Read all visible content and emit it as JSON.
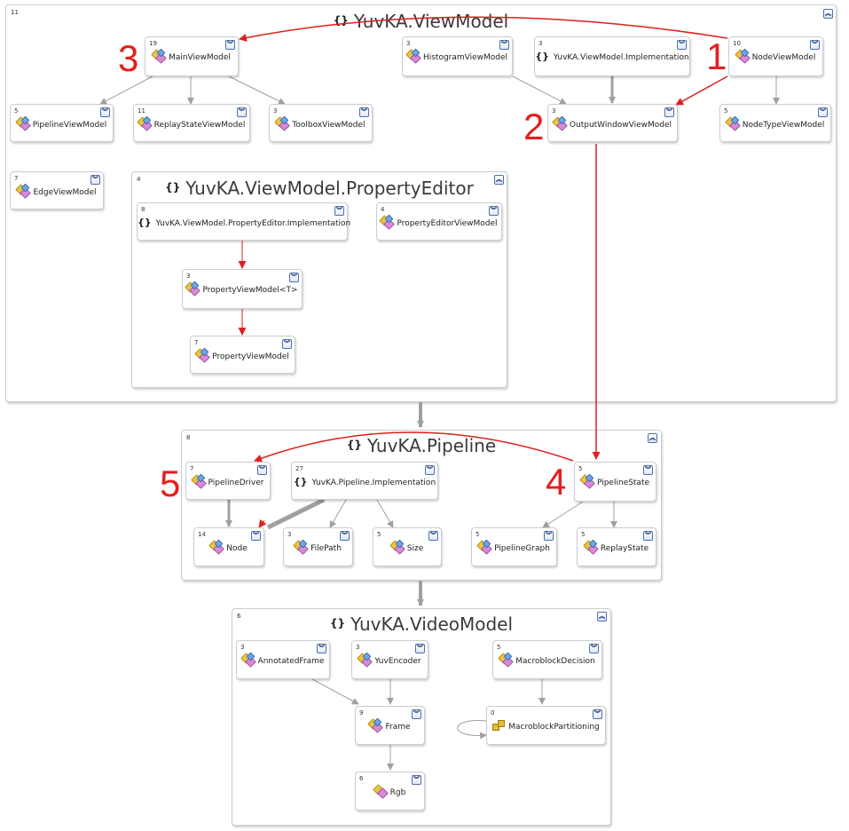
{
  "colors": {
    "dependency_edge": "#a0a0a0",
    "highlight_edge": "#e01e1e",
    "annotation": "#e41f1f"
  },
  "groups": {
    "viewmodel": {
      "count": "11",
      "title": "YuvKA.ViewModel"
    },
    "propertyeditor": {
      "count": "4",
      "title": "YuvKA.ViewModel.PropertyEditor"
    },
    "pipeline": {
      "count": "8",
      "title": "YuvKA.Pipeline"
    },
    "videomodel": {
      "count": "6",
      "title": "YuvKA.VideoModel"
    }
  },
  "nodes": {
    "mainviewmodel": {
      "count": "19",
      "label": "MainViewModel"
    },
    "histogramviewmodel": {
      "count": "3",
      "label": "HistogramViewModel"
    },
    "viewmodel_impl": {
      "count": "3",
      "label": "YuvKA.ViewModel.Implementation"
    },
    "nodeviewmodel": {
      "count": "10",
      "label": "NodeViewModel"
    },
    "pipelineviewmodel": {
      "count": "5",
      "label": "PipelineViewModel"
    },
    "replaystateviewmodel": {
      "count": "11",
      "label": "ReplayStateViewModel"
    },
    "toolboxviewmodel": {
      "count": "3",
      "label": "ToolboxViewModel"
    },
    "outputwindowviewmodel": {
      "count": "3",
      "label": "OutputWindowViewModel"
    },
    "nodetypeviewmodel": {
      "count": "5",
      "label": "NodeTypeViewModel"
    },
    "edgeviewmodel": {
      "count": "7",
      "label": "EdgeViewModel"
    },
    "propertyeditor_impl": {
      "count": "8",
      "label": "YuvKA.ViewModel.PropertyEditor.Implementation"
    },
    "propertyeditorviewmodel": {
      "count": "4",
      "label": "PropertyEditorViewModel"
    },
    "propertyviewmodel_t": {
      "count": "3",
      "label": "PropertyViewModel<T>"
    },
    "propertyviewmodel": {
      "count": "7",
      "label": "PropertyViewModel"
    },
    "pipelinedriver": {
      "count": "7",
      "label": "PipelineDriver"
    },
    "pipeline_impl": {
      "count": "27",
      "label": "YuvKA.Pipeline.Implementation"
    },
    "pipelinestate": {
      "count": "5",
      "label": "PipelineState"
    },
    "node": {
      "count": "14",
      "label": "Node"
    },
    "filepath": {
      "count": "3",
      "label": "FilePath"
    },
    "size": {
      "count": "5",
      "label": "Size"
    },
    "pipelinegraph": {
      "count": "5",
      "label": "PipelineGraph"
    },
    "replaystate": {
      "count": "5",
      "label": "ReplayState"
    },
    "annotatedframe": {
      "count": "3",
      "label": "AnnotatedFrame"
    },
    "yuvencoder": {
      "count": "3",
      "label": "YuvEncoder"
    },
    "macroblockdecision": {
      "count": "5",
      "label": "MacroblockDecision"
    },
    "frame": {
      "count": "9",
      "label": "Frame"
    },
    "macroblockpartitioning": {
      "count": "0",
      "label": "MacroblockPartitioning"
    },
    "rgb": {
      "count": "6",
      "label": "Rgb"
    }
  },
  "annotations": {
    "n1": "1",
    "n2": "2",
    "n3": "3",
    "n4": "4",
    "n5": "5"
  }
}
